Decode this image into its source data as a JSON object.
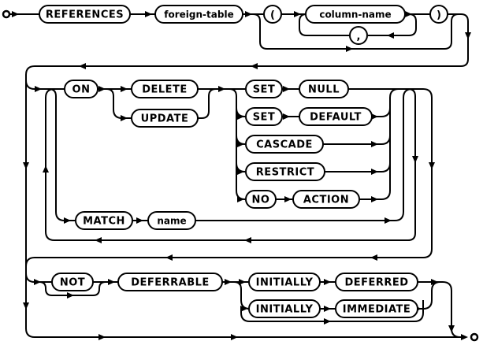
{
  "diagram": {
    "kind": "railroad-syntax-diagram",
    "clause": "REFERENCES foreign-key clause",
    "colors": {
      "stroke": "#000000",
      "background": "#ffffff",
      "bubble_fill": "#ffffff"
    },
    "nodes": [
      {
        "name": "references",
        "kind": "keyword",
        "label": "REFERENCES"
      },
      {
        "name": "foreign-table",
        "kind": "nonterminal",
        "label": "foreign-table"
      },
      {
        "name": "lparen",
        "kind": "punctuation",
        "label": "("
      },
      {
        "name": "column-name",
        "kind": "nonterminal",
        "label": "column-name"
      },
      {
        "name": "comma",
        "kind": "punctuation",
        "label": ","
      },
      {
        "name": "rparen",
        "kind": "punctuation",
        "label": ")"
      },
      {
        "name": "on",
        "kind": "keyword",
        "label": "ON"
      },
      {
        "name": "delete",
        "kind": "keyword",
        "label": "DELETE"
      },
      {
        "name": "update",
        "kind": "keyword",
        "label": "UPDATE"
      },
      {
        "name": "set-1",
        "kind": "keyword",
        "label": "SET"
      },
      {
        "name": "null",
        "kind": "keyword",
        "label": "NULL"
      },
      {
        "name": "set-2",
        "kind": "keyword",
        "label": "SET"
      },
      {
        "name": "default",
        "kind": "keyword",
        "label": "DEFAULT"
      },
      {
        "name": "cascade",
        "kind": "keyword",
        "label": "CASCADE"
      },
      {
        "name": "restrict",
        "kind": "keyword",
        "label": "RESTRICT"
      },
      {
        "name": "no",
        "kind": "keyword",
        "label": "NO"
      },
      {
        "name": "action",
        "kind": "keyword",
        "label": "ACTION"
      },
      {
        "name": "match",
        "kind": "keyword",
        "label": "MATCH"
      },
      {
        "name": "name",
        "kind": "nonterminal",
        "label": "name"
      },
      {
        "name": "not",
        "kind": "keyword",
        "label": "NOT"
      },
      {
        "name": "deferrable",
        "kind": "keyword",
        "label": "DEFERRABLE"
      },
      {
        "name": "initially-1",
        "kind": "keyword",
        "label": "INITIALLY"
      },
      {
        "name": "deferred",
        "kind": "keyword",
        "label": "DEFERRED"
      },
      {
        "name": "initially-2",
        "kind": "keyword",
        "label": "INITIALLY"
      },
      {
        "name": "immediate",
        "kind": "keyword",
        "label": "IMMEDIATE"
      }
    ]
  }
}
